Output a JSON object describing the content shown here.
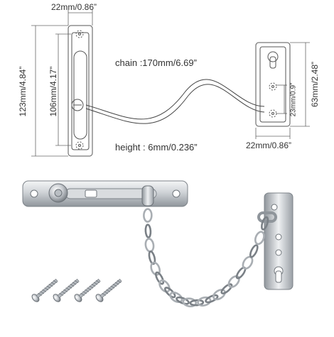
{
  "diagram": {
    "dimensions": {
      "plate_width": "22mm/0.86”",
      "plate_height_total": "123mm/4.84”",
      "slot_length": "106mm/4.17”",
      "chain": "chain :170mm/6.69”",
      "height": "height : 6mm/0.236”",
      "receiver_width": "22mm/0.86”",
      "receiver_height": "63mm/2.48”",
      "screw_spacing": "23mm/0.9”"
    }
  },
  "photo": {
    "product": "door-chain-lock",
    "material_color": "#c9cdd1",
    "screw_count": 4
  }
}
